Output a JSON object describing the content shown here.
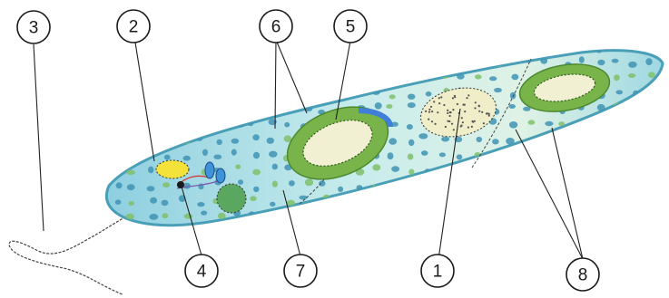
{
  "diagram": {
    "labels": [
      {
        "id": "label-1",
        "text": "1"
      },
      {
        "id": "label-2",
        "text": "2"
      },
      {
        "id": "label-3",
        "text": "3"
      },
      {
        "id": "label-4",
        "text": "4"
      },
      {
        "id": "label-5",
        "text": "5"
      },
      {
        "id": "label-6",
        "text": "6"
      },
      {
        "id": "label-7",
        "text": "7"
      },
      {
        "id": "label-8",
        "text": "8"
      }
    ],
    "colors": {
      "cell_body": "#9fd6de",
      "cell_edge": "#4a9fb8",
      "granule": "#3f93b4",
      "granule_green": "#7fbf6a",
      "chloroplast_ring": "#79b44a",
      "chloroplast_inner": "#f2f0d2",
      "stigma": "#f4e23a",
      "vacuole": "#5aa860",
      "nucleus": "#f0eec8",
      "flagellum": "#444444"
    }
  }
}
